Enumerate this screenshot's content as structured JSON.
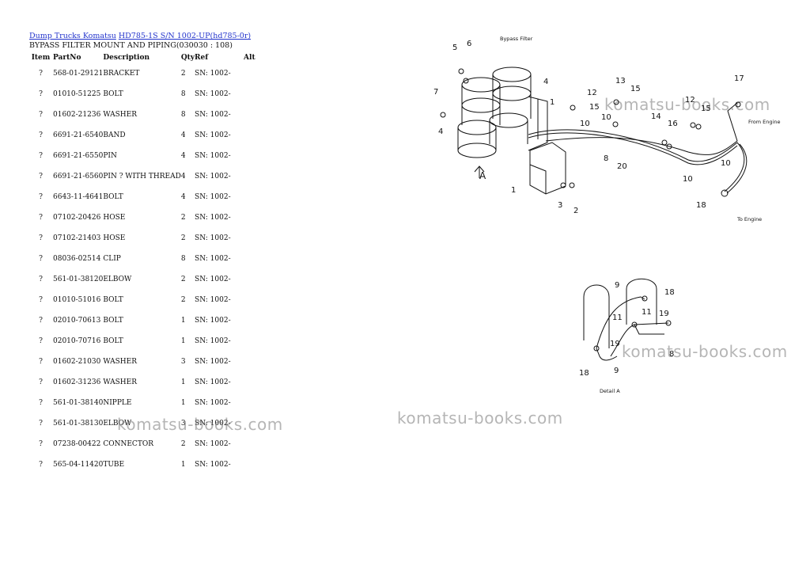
{
  "breadcrumb": {
    "link1": "Dump Trucks Komatsu",
    "link2": "HD785-1S S/N 1002-UP(hd785-0r)"
  },
  "page_title": "BYPASS FILTER MOUNT AND PIPING(030030 : 108)",
  "table": {
    "headers": [
      "Item",
      "PartNo",
      "Description",
      "Qty",
      "Ref",
      "Alt"
    ],
    "rows": [
      [
        "?",
        "568-01-29121",
        "BRACKET",
        "2",
        "SN: 1002-",
        ""
      ],
      [
        "?",
        "01010-51225",
        "BOLT",
        "8",
        "SN: 1002-",
        ""
      ],
      [
        "?",
        "01602-21236",
        "WASHER",
        "8",
        "SN: 1002-",
        ""
      ],
      [
        "?",
        "6691-21-6540",
        "BAND",
        "4",
        "SN: 1002-",
        ""
      ],
      [
        "?",
        "6691-21-6550",
        "PIN",
        "4",
        "SN: 1002-",
        ""
      ],
      [
        "?",
        "6691-21-6560",
        "PIN ? WITH THREAD",
        "4",
        "SN: 1002-",
        ""
      ],
      [
        "?",
        "6643-11-4641",
        "BOLT",
        "4",
        "SN: 1002-",
        ""
      ],
      [
        "?",
        "07102-20426",
        "HOSE",
        "2",
        "SN: 1002-",
        ""
      ],
      [
        "?",
        "07102-21403",
        "HOSE",
        "2",
        "SN: 1002-",
        ""
      ],
      [
        "?",
        "08036-02514",
        "CLIP",
        "8",
        "SN: 1002-",
        ""
      ],
      [
        "?",
        "561-01-38120",
        "ELBOW",
        "2",
        "SN: 1002-",
        ""
      ],
      [
        "?",
        "01010-51016",
        "BOLT",
        "2",
        "SN: 1002-",
        ""
      ],
      [
        "?",
        "02010-70613",
        "BOLT",
        "1",
        "SN: 1002-",
        ""
      ],
      [
        "?",
        "02010-70716",
        "BOLT",
        "1",
        "SN: 1002-",
        ""
      ],
      [
        "?",
        "01602-21030",
        "WASHER",
        "3",
        "SN: 1002-",
        ""
      ],
      [
        "?",
        "01602-31236",
        "WASHER",
        "1",
        "SN: 1002-",
        ""
      ],
      [
        "?",
        "561-01-38140",
        "NIPPLE",
        "1",
        "SN: 1002-",
        ""
      ],
      [
        "?",
        "561-01-38130",
        "ELBOW",
        "3",
        "SN: 1002-",
        ""
      ],
      [
        "?",
        "07238-00422",
        "CONNECTOR",
        "2",
        "SN: 1002-",
        ""
      ],
      [
        "?",
        "565-04-11420",
        "TUBE",
        "1",
        "SN: 1002-",
        ""
      ]
    ]
  },
  "watermark": "komatsu-books.com",
  "diagram": {
    "bypass_filter_label": "Bypass Filter",
    "from_engine_label": "From Engine",
    "to_engine_label": "To Engine",
    "view_letter": "A",
    "detail_label": "Detail A",
    "main_callouts": [
      "5",
      "6",
      "4",
      "1",
      "7",
      "4",
      "12",
      "15",
      "13",
      "15",
      "17",
      "12",
      "15",
      "14",
      "16",
      "10",
      "10",
      "8",
      "20",
      "10",
      "10",
      "1",
      "3",
      "2",
      "18"
    ],
    "detail_callouts": [
      "9",
      "18",
      "11",
      "11",
      "19",
      "19",
      "8",
      "18",
      "9"
    ]
  }
}
